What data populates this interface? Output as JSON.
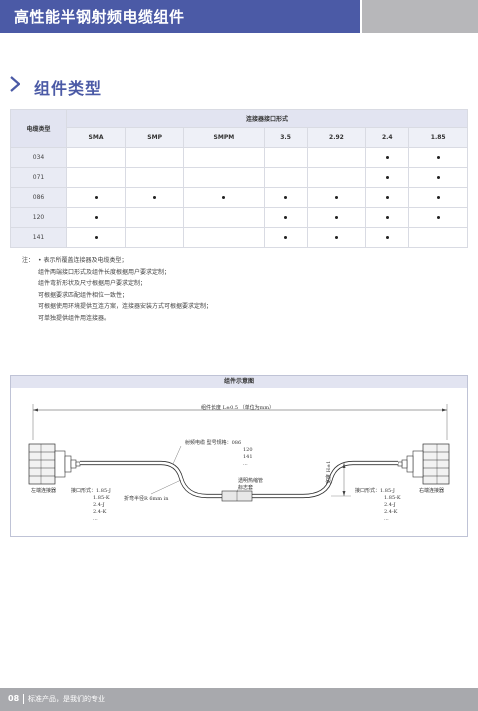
{
  "header": {
    "title": "高性能半钢射频电缆组件"
  },
  "section": {
    "title": "组件类型"
  },
  "table": {
    "col_type_label": "电缆类型",
    "group_label": "连接器接口形式",
    "connectors": [
      "SMA",
      "SMP",
      "SMPM",
      "3.5",
      "2.92",
      "2.4",
      "1.85"
    ],
    "rows": [
      {
        "type": "034",
        "marks": [
          false,
          false,
          false,
          false,
          false,
          true,
          true
        ]
      },
      {
        "type": "071",
        "marks": [
          false,
          false,
          false,
          false,
          false,
          true,
          true
        ]
      },
      {
        "type": "086",
        "marks": [
          true,
          true,
          true,
          true,
          true,
          true,
          true
        ]
      },
      {
        "type": "120",
        "marks": [
          true,
          false,
          false,
          true,
          true,
          true,
          true
        ]
      },
      {
        "type": "141",
        "marks": [
          true,
          false,
          false,
          true,
          true,
          true,
          false
        ]
      }
    ]
  },
  "notes": {
    "label": "注：",
    "items": [
      "• 表示所覆盖连接器及电缆类型；",
      "组件两端接口形式及组件长度根据用户要求定制；",
      "组件弯折形状及尺寸根据用户要求定制；",
      "可根据要求匹配组件相位一致性；",
      "可根据使用环境提供互连方案，连接器安装方式可根据要求定制；",
      "可单独提供组件用连接器。"
    ]
  },
  "diagram": {
    "title": "组件示意图",
    "length_label": "组件长度 L±0.5 （单位为mm）",
    "cable_label": "射频电缆 型号规格：086",
    "cable_models": [
      "120",
      "141",
      "..."
    ],
    "bend_label": "折弯半径R 6mm in",
    "sleeve_label": [
      "透明热缩管",
      "标志套"
    ],
    "width_label": "宽度 H±1",
    "left_connector": "左端连接器",
    "left_iface_label": "接口形式：1.85-J",
    "left_iface_options": [
      "1.85-K",
      "2.4-J",
      "2.4-K",
      "..."
    ],
    "right_iface_label": "接口形式：1.85-J",
    "right_iface_options": [
      "1.85-K",
      "2.4-J",
      "2.4-K",
      "..."
    ],
    "right_connector": "右端连接器"
  },
  "footer": {
    "page": "08",
    "slogan": "标准产品，是我们的专业"
  },
  "colors": {
    "brand": "#4b5aa6",
    "header_grey": "#b7b7ba",
    "table_head": "#e2e4f1",
    "footer": "#a8a9ad"
  }
}
